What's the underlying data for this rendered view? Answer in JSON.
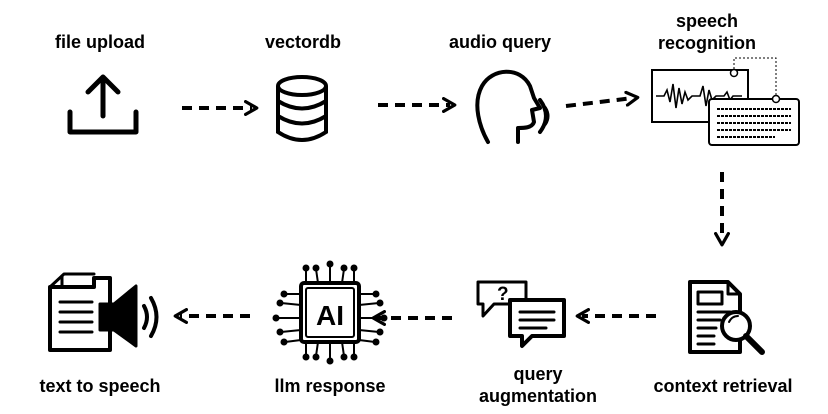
{
  "nodes": {
    "file_upload": {
      "label": "file upload",
      "icon": "upload-icon"
    },
    "vectordb": {
      "label": "vectordb",
      "icon": "database-icon"
    },
    "audio_query": {
      "label": "audio query",
      "icon": "speaking-head-icon"
    },
    "speech_recognition": {
      "label_lines": [
        "speech",
        "recognition"
      ],
      "icon": "speech-recognition-icon"
    },
    "context_retrieval": {
      "label": "context retrieval",
      "icon": "document-search-icon"
    },
    "query_augmentation": {
      "label_lines": [
        "query",
        "augmentation"
      ],
      "icon": "chat-bubbles-icon"
    },
    "llm_response": {
      "label": "llm response",
      "icon": "ai-chip-icon",
      "chip_text": "AI"
    },
    "text_to_speech": {
      "label": "text to speech",
      "icon": "document-speaker-icon"
    }
  },
  "colors": {
    "ink": "#000000",
    "background": "#ffffff"
  }
}
